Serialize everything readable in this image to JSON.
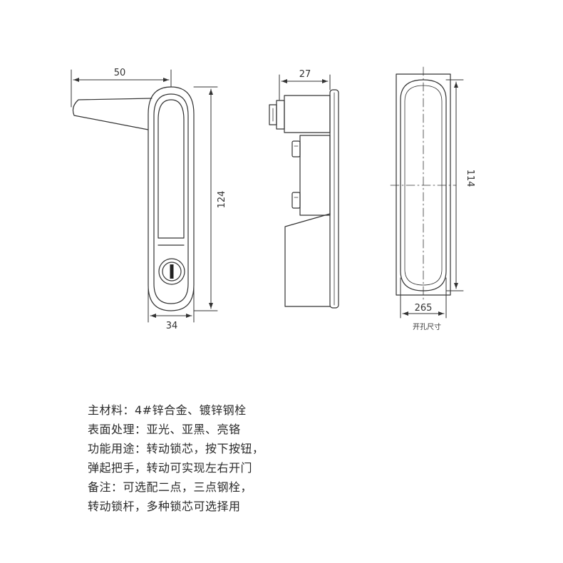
{
  "dimensions": {
    "handle_length": "50",
    "height_front": "124",
    "width_front": "34",
    "side_depth": "27",
    "cutout_height": "114",
    "cutout_width": "265"
  },
  "labels": {
    "cutout_caption": "开孔尺寸"
  },
  "specs": {
    "material": "主材料：4#锌合金、镀锌钢栓",
    "finish": "表面处理：亚光、亚黑、亮铬",
    "function_line1": "功能用途：转动锁芯，按下按钮，",
    "function_line2": "弹起把手，转动可实现左右开门",
    "note_line1": "备注：可选配二点，三点钢栓，",
    "note_line2": "转动锁杆，多种锁芯可选择用"
  },
  "colors": {
    "line": "#333333",
    "background": "#ffffff"
  }
}
